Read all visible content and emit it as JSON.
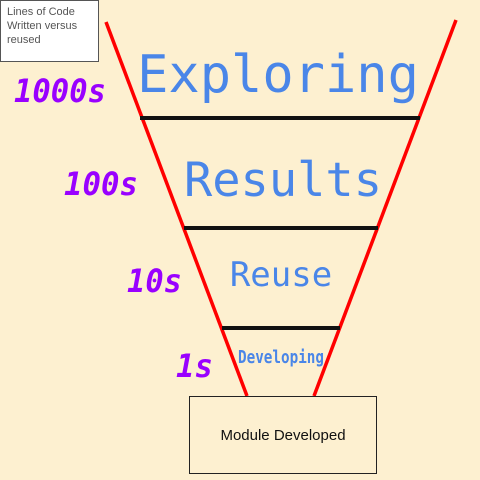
{
  "note": {
    "text": "Lines of Code Written versus reused"
  },
  "funnel": {
    "edge_color": "#ff0000",
    "band_line_color": "#111111",
    "stage_color": "#4a86e8",
    "count_color": "#9900ff",
    "stages": [
      {
        "label": "Exploring",
        "count": "1000s"
      },
      {
        "label": "Results",
        "count": "100s"
      },
      {
        "label": "Reuse",
        "count": "10s"
      },
      {
        "label": "Developing",
        "count": "1s"
      }
    ]
  },
  "bottom_box": {
    "label": "Module Developed"
  }
}
